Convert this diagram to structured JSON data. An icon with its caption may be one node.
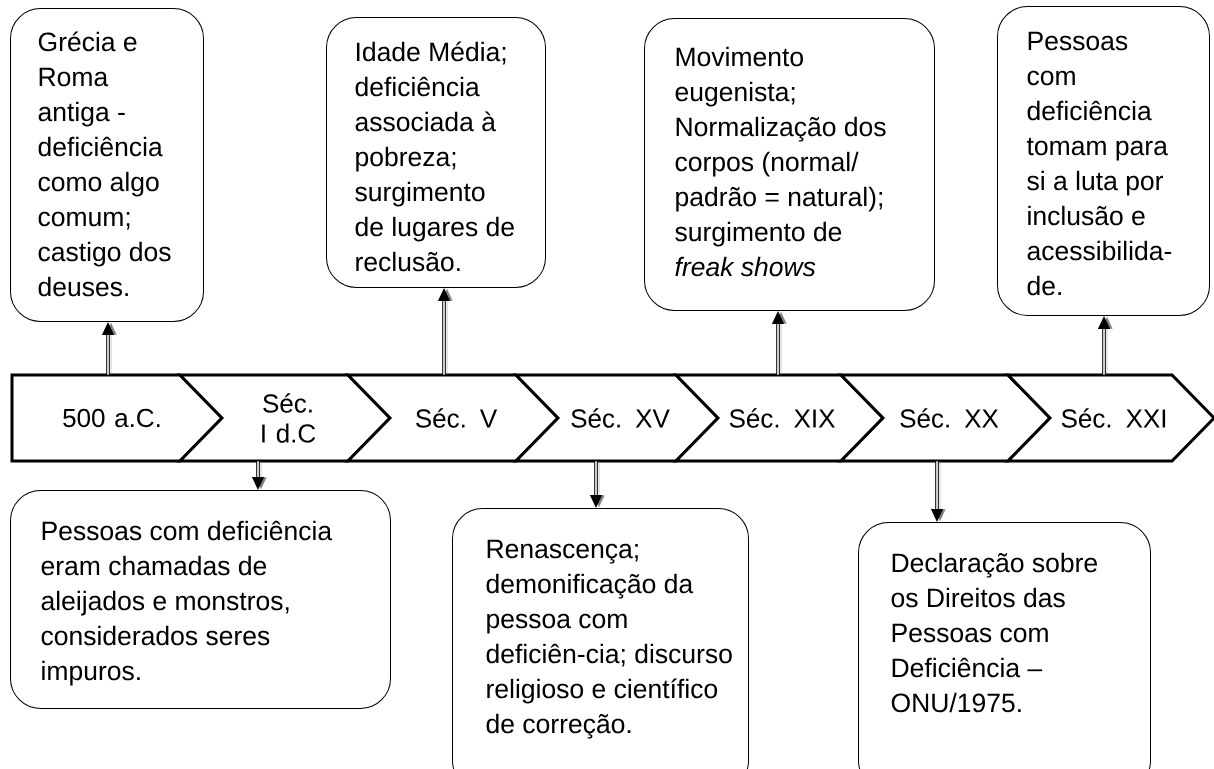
{
  "diagram": {
    "nodes": [
      {
        "text": [
          "Grécia e Roma antiga - deficiência como algo comum; castigo dos deuses."
        ]
      },
      {
        "text": [
          "Idade Média; deficiência associada à pobreza; surgimento de lugares de reclusão."
        ]
      },
      {
        "text": [
          "Movimento eugenista; Normalização dos corpos (normal/ padrão = natural); surgimento de *freak shows*"
        ]
      },
      {
        "text": [
          "Pessoas com deficiência tomam para si a luta por inclusão e acessibilida-de."
        ]
      },
      {
        "text": [
          "500 a.C."
        ]
      },
      {
        "text": [
          "Séc. I d.C"
        ]
      },
      {
        "text": [
          "Séc. V"
        ]
      },
      {
        "text": [
          "Séc. XV"
        ]
      },
      {
        "text": [
          "Séc. XIX"
        ]
      },
      {
        "text": [
          "Séc. XX"
        ]
      },
      {
        "text": [
          "Séc. XXI"
        ]
      },
      {
        "text": [
          "Pessoas com deficiência eram chamadas de aleijados e monstros, considerados seres impuros."
        ]
      },
      {
        "text": [
          "Renascença; demonificação da pessoa com deficiên-cia; discurso religioso e científico de correção."
        ]
      },
      {
        "text": [
          "Declaração sobre os Direitos das Pessoas com Deficiência – ONU/1975."
        ]
      }
    ],
    "edges": [
      {
        "from": 4,
        "to": 0,
        "arrow": "to"
      },
      {
        "from": 5,
        "to": 11,
        "arrow": "to"
      },
      {
        "from": 6,
        "to": 1,
        "arrow": "to"
      },
      {
        "from": 7,
        "to": 12,
        "arrow": "to"
      },
      {
        "from": 8,
        "to": 2,
        "arrow": "to"
      },
      {
        "from": 9,
        "to": 13,
        "arrow": "to"
      },
      {
        "from": 10,
        "to": 3,
        "arrow": "to"
      }
    ]
  }
}
